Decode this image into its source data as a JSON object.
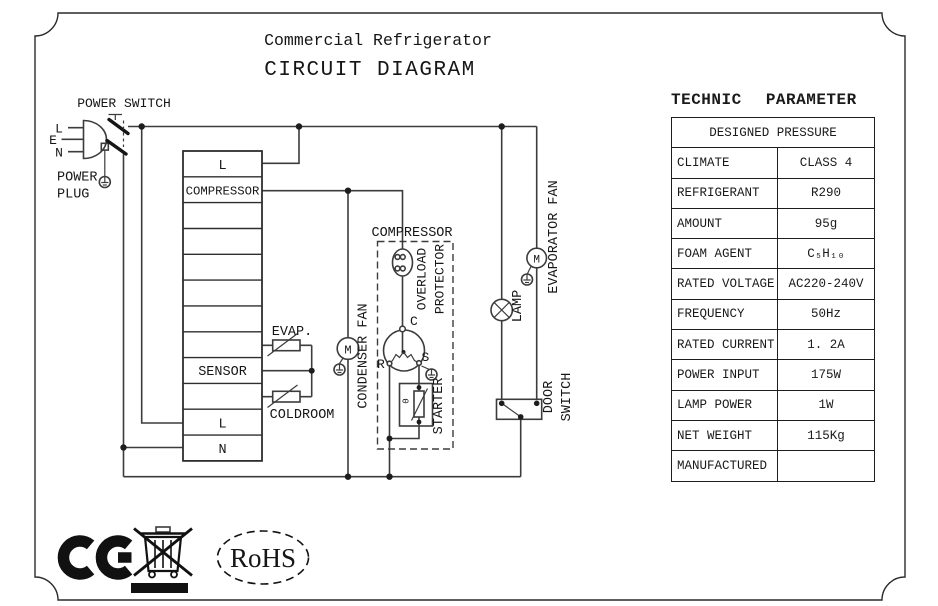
{
  "titles": {
    "product": "Commercial Refrigerator",
    "diagram": "CIRCUIT DIAGRAM"
  },
  "circuit": {
    "power_switch": "POWER SWITCH",
    "pin_l": "L",
    "pin_e": "E",
    "pin_n": "N",
    "power_plug_l1": "POWER",
    "power_plug_l2": "PLUG",
    "block_row1": "L",
    "block_row2": "COMPRESSOR",
    "block_sensor": "SENSOR",
    "block_row11": "L",
    "block_row12": "N",
    "evap": "EVAP.",
    "coldroom": "COLDROOM",
    "condenser_fan": "CONDENSER FAN",
    "compressor": "COMPRESSOR",
    "overload_l1": "OVERLOAD",
    "overload_l2": "PROTECTOR",
    "starter": "STARTER",
    "ptc_mark": "0",
    "term_c": "C",
    "term_r": "R",
    "term_s": "S",
    "motor": "M",
    "lamp": "LAMP",
    "evaporator_fan": "EVAPORATOR FAN",
    "door_switch_l1": "DOOR",
    "door_switch_l2": "SWITCH"
  },
  "parameters": {
    "heading": "TECHNIC PARAMETER",
    "merged_header": "DESIGNED PRESSURE",
    "rows": [
      {
        "label": "CLIMATE",
        "value": "CLASS 4"
      },
      {
        "label": "REFRIGERANT",
        "value": "R290"
      },
      {
        "label": "AMOUNT",
        "value": "95g"
      },
      {
        "label": "FOAM AGENT",
        "value": "C₅H₁₀"
      },
      {
        "label": "RATED VOLTAGE",
        "value": "AC220-240V"
      },
      {
        "label": "FREQUENCY",
        "value": "50Hz"
      },
      {
        "label": "RATED CURRENT",
        "value": "1. 2A"
      },
      {
        "label": "POWER INPUT",
        "value": "175W"
      },
      {
        "label": "LAMP POWER",
        "value": "1W"
      },
      {
        "label": "NET WEIGHT",
        "value": "115Kg"
      },
      {
        "label": "MANUFACTURED",
        "value": ""
      }
    ]
  },
  "certifications": {
    "rohs": "RoHS"
  },
  "colors": {
    "ink": "#161616",
    "wire": "#3c3c3c"
  }
}
